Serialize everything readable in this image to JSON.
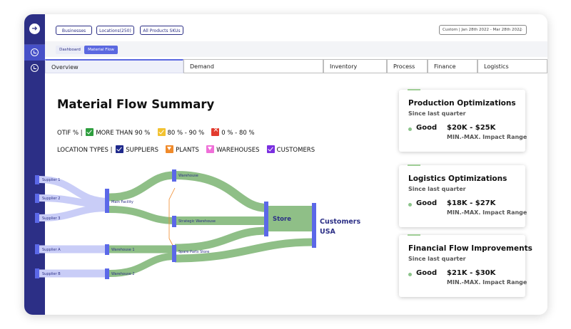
{
  "filters": {
    "businesses": "Businesses",
    "locations": "Locations(250)",
    "products": "All Products SKUs",
    "date_range": "Custom | Jan 28th 2022 - Mar 28th 2022"
  },
  "breadcrumb": [
    "Dashboard",
    "Material Flow"
  ],
  "tabs": [
    "Overview",
    "Demand",
    "Inventory",
    "Process",
    "Finance",
    "Logistics"
  ],
  "active_tab": "Overview",
  "page_title": "Material Flow Summary",
  "otif": {
    "label": "OTIF % |",
    "items": [
      {
        "label": "MORE THAN 90 %",
        "color": "#2e9e3e"
      },
      {
        "label": "80 % - 90 %",
        "color": "#f2c230"
      },
      {
        "label": "0 % - 80 %",
        "color": "#e23b2e"
      }
    ]
  },
  "location_types": {
    "label": "LOCATION TYPES  |",
    "items": [
      {
        "label": "SUPPLIERS",
        "color": "#1f2a8c"
      },
      {
        "label": "PLANTS",
        "color": "#f08a2a"
      },
      {
        "label": "WAREHOUSES",
        "color": "#ef6fd8"
      },
      {
        "label": "CUSTOMERS",
        "color": "#7a2fe0"
      }
    ]
  },
  "sankey_nodes": {
    "supplier1": "Supplier 1",
    "supplier2": "Supplier 2",
    "supplier3": "Supplier 3",
    "supplierA": "Supplier A",
    "supplierB": "Supplier B",
    "main_facility": "Main Facility",
    "warehouse1": "Warehouse 1",
    "warehouse2": "Warehouse 2",
    "warehouse": "Warehouse",
    "strategic_warehouse": "Strategic Warehouse",
    "spare_parts_store": "Spare Parts Store",
    "store": "Store",
    "customers": "Customers",
    "usa": "USA"
  },
  "cards": [
    {
      "title": "Production Optimizations",
      "subtitle": "Since last quarter",
      "grade": "Good",
      "range": "$20K - $25K",
      "range_label": "MIN.-MAX. Impact Range"
    },
    {
      "title": "Logistics Optimizations",
      "subtitle": "Since last quarter",
      "grade": "Good",
      "range": "$18K - $27K",
      "range_label": "MIN.-MAX. Impact Range"
    },
    {
      "title": "Financial Flow Improvements",
      "subtitle": "Since last quarter",
      "grade": "Good",
      "range": "$21K - $30K",
      "range_label": "MIN.-MAX. Impact Range"
    }
  ],
  "colors": {
    "sidebar": "#2c2f86",
    "accent": "#5b68e0",
    "supplier_flow": "#c9cdf7",
    "green_flow": "#8fbf87",
    "node": "#5b68e8"
  }
}
